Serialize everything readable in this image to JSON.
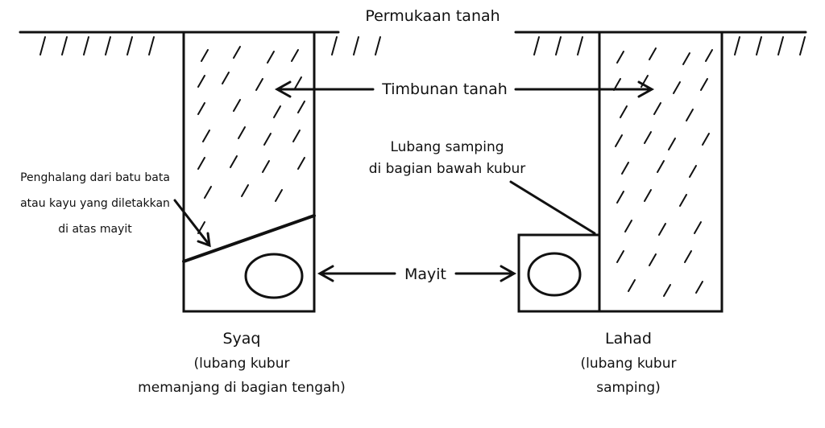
{
  "labels": {
    "surface": "Permukaan tanah",
    "fill": "Timbunan tanah",
    "side_hole_line1": "Lubang samping",
    "side_hole_line2": "di bagian bawah kubur",
    "barrier_line1": "Penghalang dari batu bata",
    "barrier_line2": "atau kayu yang diletakkan",
    "barrier_line3": "di atas mayit",
    "body": "Mayit"
  },
  "graves": [
    {
      "name": "Syaq",
      "desc_line1": "(lubang kubur",
      "desc_line2": "memanjang di bagian tengah)"
    },
    {
      "name": "Lahad",
      "desc_line1": "(lubang kubur",
      "desc_line2": "samping)"
    }
  ],
  "colors": {
    "ink": "#111111",
    "background": "#ffffff"
  }
}
